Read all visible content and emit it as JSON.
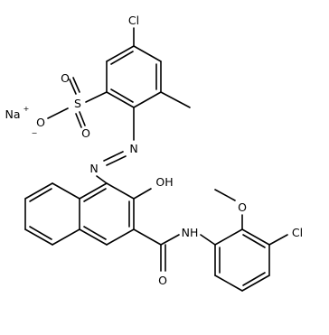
{
  "structure": {
    "labels": {
      "cl_top": "Cl",
      "cl_right": "Cl",
      "s": "S",
      "o_sulfonyl_top": "O",
      "o_sulfonyl_bottom": "O",
      "o_minus": "O",
      "minus_sign": "−",
      "na": "Na",
      "plus_sign": "+",
      "n_azo_1": "N",
      "n_azo_2": "N",
      "oh": "OH",
      "o_methoxy": "O",
      "nh": "NH",
      "o_carbonyl": "O"
    }
  }
}
